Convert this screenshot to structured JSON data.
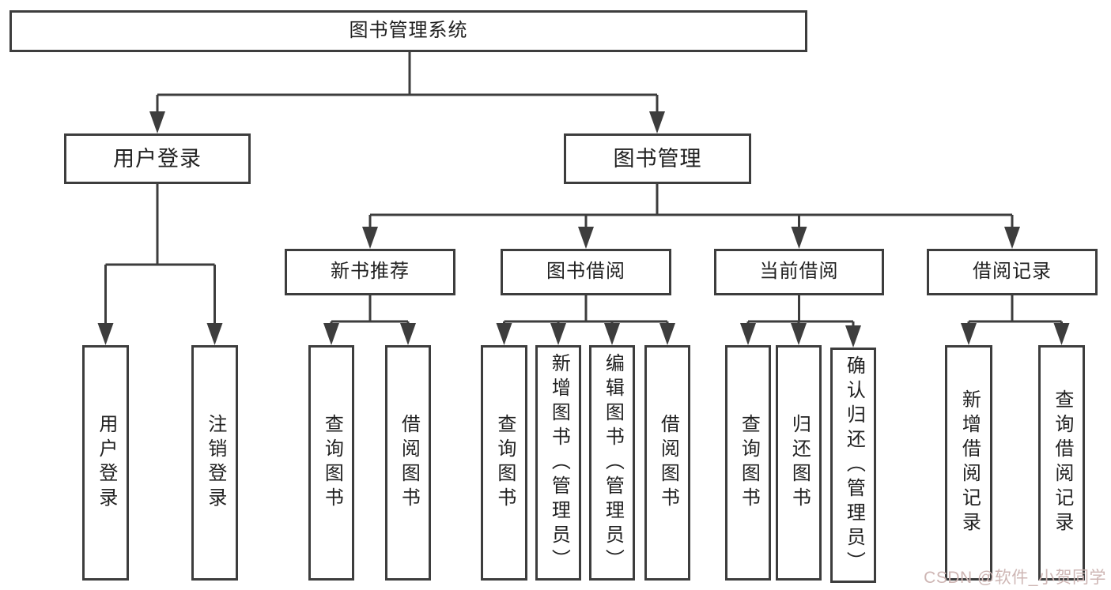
{
  "colors": {
    "line": "#3d3d3d",
    "text": "#212121",
    "bg": "#ffffff",
    "watermark": "#ceb6b4"
  },
  "diagram": {
    "root_label": "图书管理系统",
    "level2": {
      "user_login": "用户登录",
      "book_management": "图书管理"
    },
    "level3": {
      "new_book_recommend": "新书推荐",
      "book_borrow": "图书借阅",
      "current_borrow": "当前借阅",
      "borrow_records": "借阅记录"
    },
    "leaves": {
      "user_login_group": [
        "用户登录",
        "注销登录"
      ],
      "new_book_group": [
        "查询图书",
        "借阅图书"
      ],
      "book_borrow_group": [
        "查询图书",
        "新增图书（管理员）",
        "编辑图书（管理员）",
        "借阅图书"
      ],
      "current_borrow_group": [
        "查询图书",
        "归还图书",
        "确认归还（管理员）"
      ],
      "borrow_records_group": [
        "新增借阅记录",
        "查询借阅记录"
      ]
    },
    "watermark": "CSDN @软件_小贺同学"
  }
}
